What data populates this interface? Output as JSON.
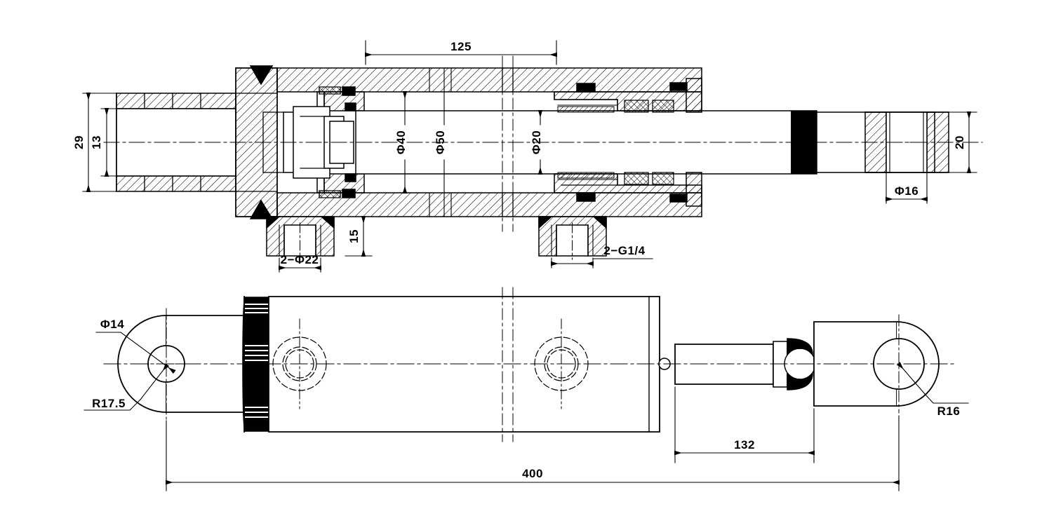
{
  "drawing": {
    "type": "engineering-drawing",
    "subject": "double-acting hydraulic cylinder",
    "views": [
      {
        "id": "section-view",
        "name": "Longitudinal Cross-Section (Top View)"
      },
      {
        "id": "outline-view",
        "name": "External Outline / Side Elevation (Bottom View)"
      }
    ]
  },
  "dimensions": {
    "bore_stroke_125": "125",
    "height_29": "29",
    "height_13": "13",
    "dia_40": "Φ40",
    "dia_50": "Φ50",
    "dia_20": "Φ20",
    "height_20": "20",
    "dia_16": "Φ16",
    "depth_15": "15",
    "mount_holes_2_dia_22": "2−Φ22",
    "ports_2_g_quarter": "2−G1/4",
    "eye_dia_14": "Φ14",
    "radius_17_5": "R17.5",
    "radius_16": "R16",
    "rod_extension_132": "132",
    "overall_length_400": "400"
  },
  "colors": {
    "line": "#000000",
    "background": "#ffffff",
    "fill_solid": "#000000",
    "hatch": "#000000"
  }
}
